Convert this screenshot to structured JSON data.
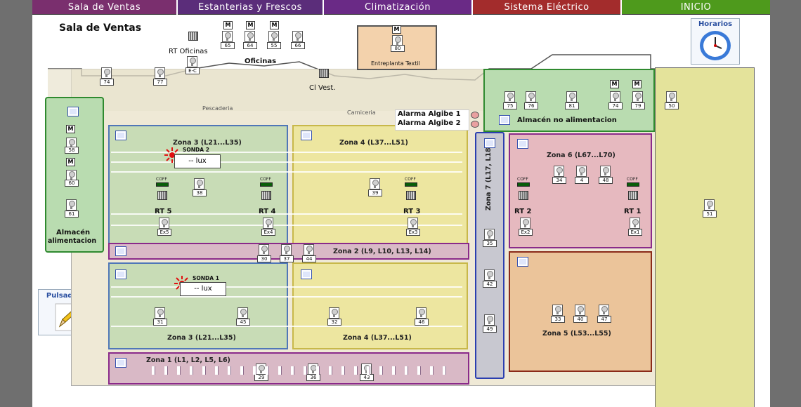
{
  "nav": [
    {
      "label": "Sala de Ventas",
      "color": "#7a2f6e"
    },
    {
      "label": "Estanterias y Frescos",
      "color": "#5b2d7a"
    },
    {
      "label": "Climatización",
      "color": "#6a2a86"
    },
    {
      "label": "Sistema Eléctrico",
      "color": "#a32c2c"
    },
    {
      "label": "INICIO",
      "color": "#4e9a1c"
    }
  ],
  "page_title": "Sala de Ventas",
  "horarios_label": "Horarios",
  "pulsadores_label": "Pulsadores",
  "rooms": {
    "rt_oficinas": "RT Oficinas",
    "oficinas": "Oficinas",
    "entreplanta": "Entreplanta Textil",
    "cl_vest": "Cl Vest.",
    "pescaderia": "Pescaderia",
    "carniceria": "Carniceria",
    "almacen_alim_1": "Almacén",
    "almacen_alim_2": "alimentacion",
    "almacen_no": "Almacén no alimentacion",
    "alarma1": "Alarma Algibe 1",
    "alarma2": "Alarma Algibe 2"
  },
  "zones": {
    "z3_top": "Zona 3 (L21...L35)",
    "z4_top": "Zona 4 (L37...L51)",
    "z7": "Zona 7 (L17, L18)",
    "z6": "Zona 6 (L67...L70)",
    "z2": "Zona 2 (L9, L10, L13, L14)",
    "z3_bot": "Zona 3 (L21...L35)",
    "z4_bot": "Zona 4 (L37...L51)",
    "z5": "Zona 5 (L53...L55)",
    "z1": "Zona 1 (L1, L2, L5, L6)"
  },
  "sondas": [
    {
      "name": "SONDA 2",
      "value": "-- lux"
    },
    {
      "name": "SONDA 1",
      "value": "-- lux"
    }
  ],
  "rt_labels": {
    "rt5": "RT 5",
    "rt4": "RT 4",
    "rt3": "RT 3",
    "rt2": "RT 2",
    "rt1": "RT 1"
  },
  "coff_label": "COFF",
  "m_label": "M",
  "lamps": {
    "l65": "65",
    "l64": "64",
    "l55": "55",
    "l66": "66",
    "l80": "80",
    "l74": "74",
    "l77": "77",
    "lEC": "E-C",
    "l75": "75",
    "l76": "76",
    "l81": "81",
    "l74b": "74",
    "l79": "79",
    "l50": "50",
    "l58": "58",
    "l60": "60",
    "l61": "61",
    "l38": "38",
    "lEx5": "Ex5",
    "lEx4": "Ex4",
    "l39": "39",
    "lEx3": "Ex3",
    "l34": "34",
    "l4": "4",
    "l48": "48",
    "lEx2": "Ex2",
    "lEx1": "Ex1",
    "l51": "51",
    "l35": "35",
    "l42": "42",
    "l49": "49",
    "l30": "30",
    "l37": "37",
    "l44": "44",
    "l31": "31",
    "l45": "45",
    "l32": "32",
    "l46": "46",
    "l33": "33",
    "l40": "40",
    "l47": "47",
    "l29": "29",
    "l36": "36",
    "l43": "43"
  }
}
